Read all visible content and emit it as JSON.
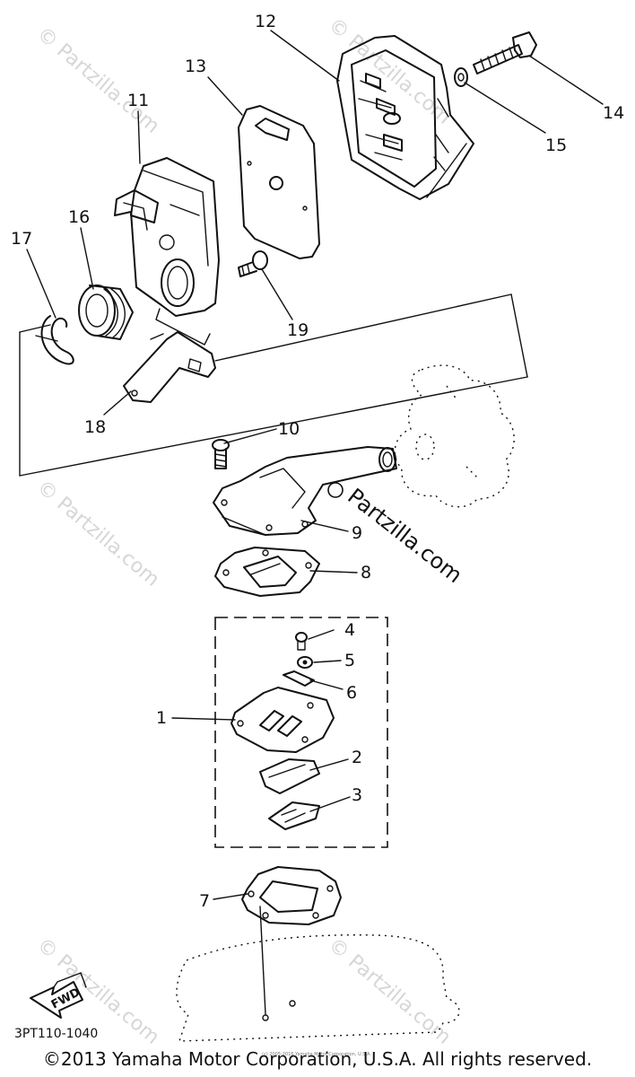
{
  "callouts": [
    {
      "id": "12",
      "label": "12"
    },
    {
      "id": "13",
      "label": "13"
    },
    {
      "id": "11",
      "label": "11"
    },
    {
      "id": "14",
      "label": "14"
    },
    {
      "id": "15",
      "label": "15"
    },
    {
      "id": "16",
      "label": "16"
    },
    {
      "id": "17",
      "label": "17"
    },
    {
      "id": "19",
      "label": "19"
    },
    {
      "id": "18",
      "label": "18"
    },
    {
      "id": "10",
      "label": "10"
    },
    {
      "id": "9",
      "label": "9"
    },
    {
      "id": "8",
      "label": "8"
    },
    {
      "id": "4",
      "label": "4"
    },
    {
      "id": "5",
      "label": "5"
    },
    {
      "id": "6",
      "label": "6"
    },
    {
      "id": "1",
      "label": "1"
    },
    {
      "id": "2",
      "label": "2"
    },
    {
      "id": "3",
      "label": "3"
    },
    {
      "id": "7",
      "label": "7"
    }
  ],
  "watermark": {
    "text": "© Partzilla.com",
    "main_text": "Partzilla.com"
  },
  "fwd_label": "FWD",
  "diagram_code": "3PT110-1040",
  "fine_print": "(c) 2005-2016 Yamaha Motor Corporation, U.S.A.",
  "copyright": "©2013 Yamaha Motor Corporation, U.S.A. All rights reserved."
}
